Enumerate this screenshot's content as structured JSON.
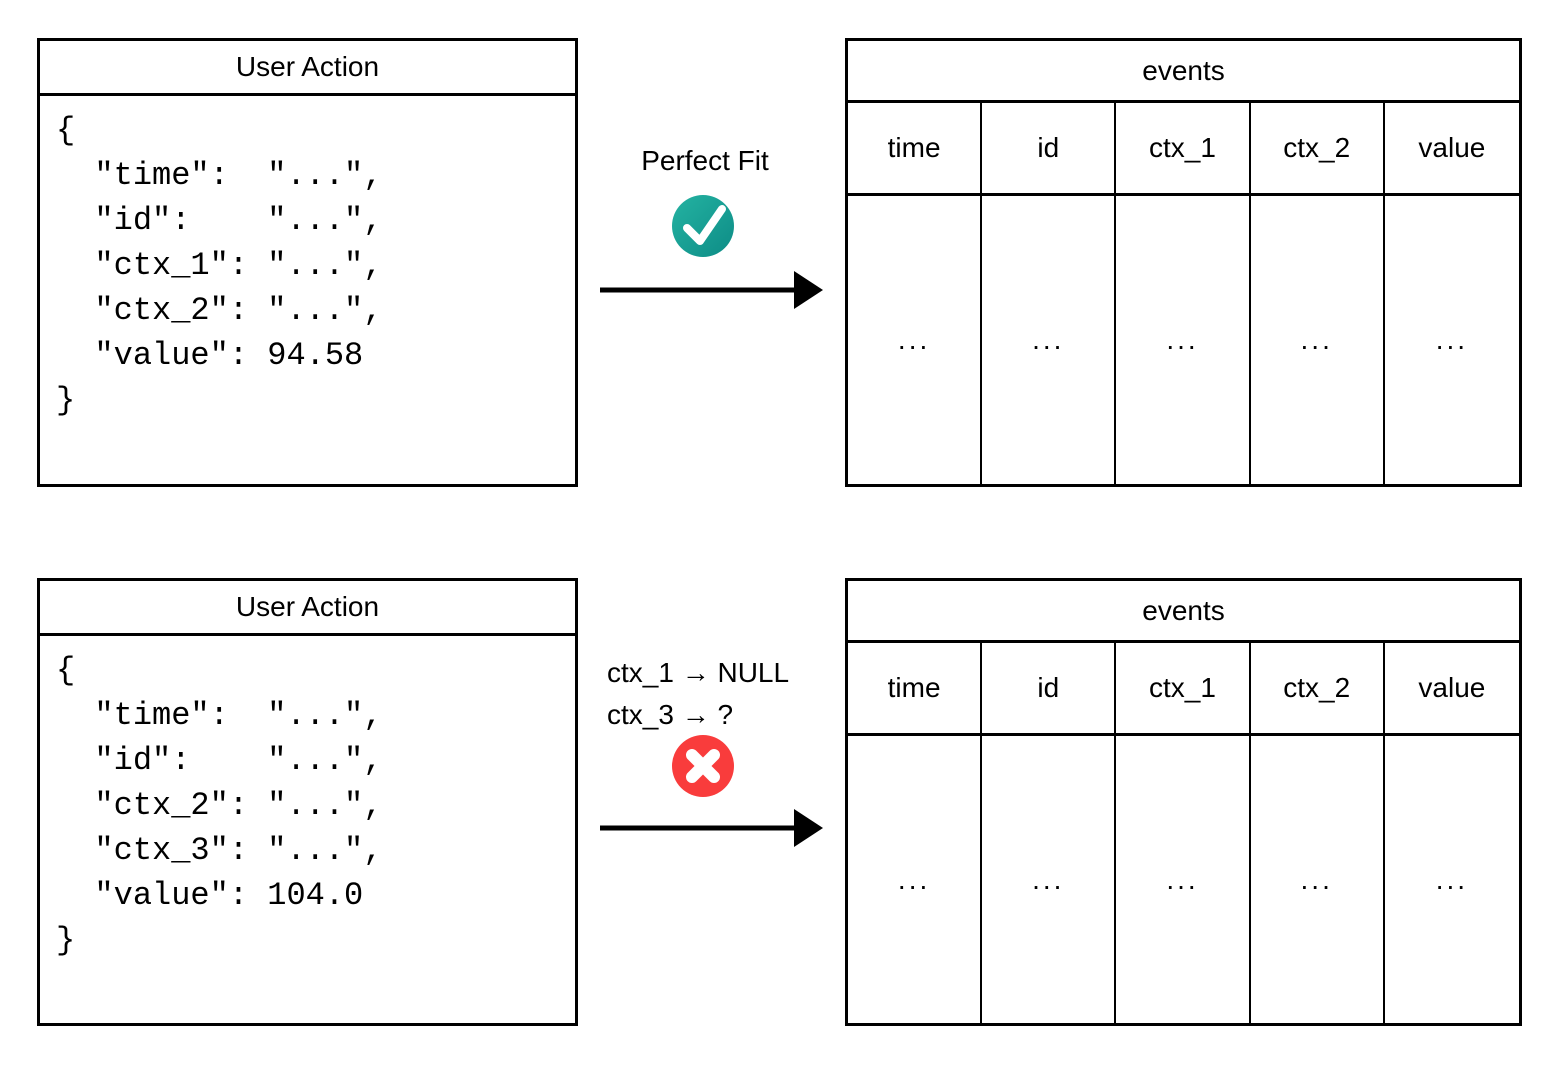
{
  "colors": {
    "line": "#000000",
    "success_gradient_start": "#24b3a2",
    "success_gradient_end": "#0d8c86",
    "error": "#f93c3c",
    "icon_glyph": "#ffffff"
  },
  "rows": [
    {
      "source": {
        "title": "User Action",
        "json_code": "{\n  \"time\":  \"...\",\n  \"id\":    \"...\",\n  \"ctx_1\": \"...\",\n  \"ctx_2\": \"...\",\n  \"value\": 94.58\n}"
      },
      "transform": {
        "label": "Perfect Fit",
        "status": "success",
        "icon": "checkmark-icon"
      },
      "target": {
        "title": "events",
        "columns": [
          "time",
          "id",
          "ctx_1",
          "ctx_2",
          "value"
        ],
        "row_values": [
          "...",
          "...",
          "...",
          "...",
          "..."
        ]
      }
    },
    {
      "source": {
        "title": "User Action",
        "json_code": "{\n  \"time\":  \"...\",\n  \"id\":    \"...\",\n  \"ctx_2\": \"...\",\n  \"ctx_3\": \"...\",\n  \"value\": 104.0\n}"
      },
      "transform": {
        "label": "ctx_1 → NULL\nctx_3 → ?",
        "status": "error",
        "icon": "cross-icon"
      },
      "target": {
        "title": "events",
        "columns": [
          "time",
          "id",
          "ctx_1",
          "ctx_2",
          "value"
        ],
        "row_values": [
          "...",
          "...",
          "...",
          "...",
          "..."
        ]
      }
    }
  ]
}
